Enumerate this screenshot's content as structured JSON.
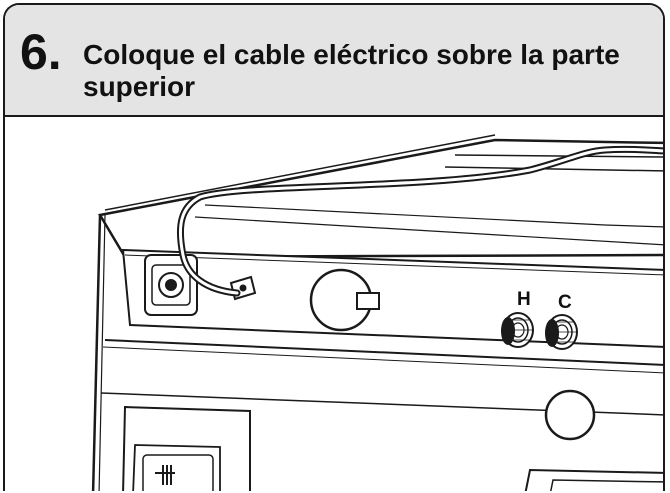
{
  "step": {
    "number": "6.",
    "title": "Coloque el cable eléctrico sobre la parte superior"
  },
  "illustration": {
    "valve_labels": {
      "hot": "H",
      "cold": "C"
    }
  }
}
